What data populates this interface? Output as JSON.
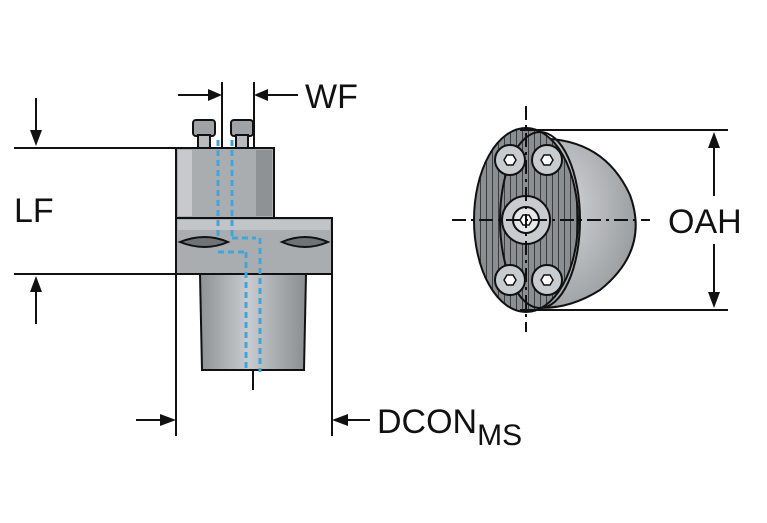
{
  "labels": {
    "wf": "WF",
    "lf": "LF",
    "oah": "OAH",
    "dcon": "DCON",
    "dcon_sub": "MS"
  },
  "colors": {
    "body_gray": "#a9adb0",
    "body_light": "#c7cacc",
    "body_dark": "#6f7376",
    "coolant_blue": "#3ea6dc",
    "line": "#111111"
  },
  "icons": {
    "clamp_screw": "hex-socket-screw-icon",
    "end_screws": "hex-screw-icon"
  }
}
